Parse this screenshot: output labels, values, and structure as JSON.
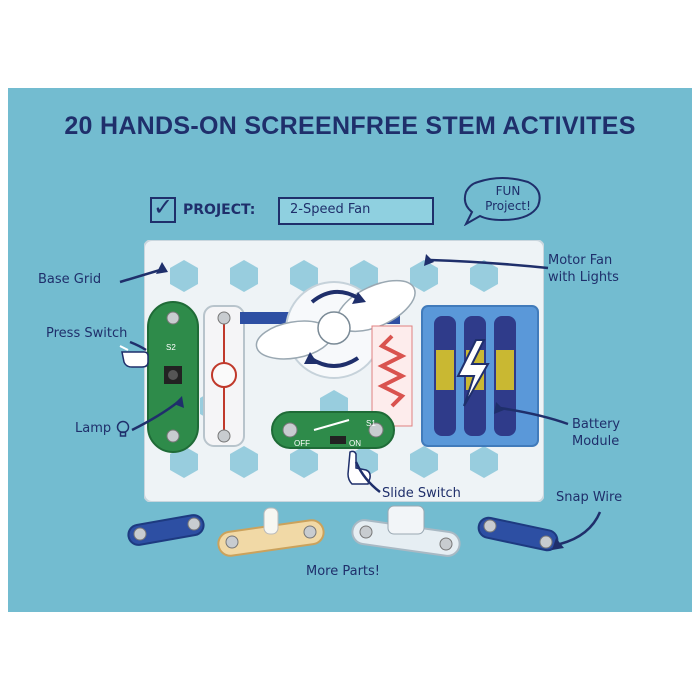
{
  "headline": "20 HANDS-ON SCREENFREE STEM ACTIVITES",
  "project": {
    "label": "PROJECT:",
    "value": "2-Speed Fan"
  },
  "bubble": {
    "line1": "FUN",
    "line2": "Project!"
  },
  "labels": {
    "base_grid": "Base Grid",
    "press_switch": "Press Switch",
    "lamp": "Lamp",
    "motor_fan_1": "Motor Fan",
    "motor_fan_2": "with Lights",
    "battery_1": "Battery",
    "battery_2": "Module",
    "slide_switch": "Slide Switch",
    "snap_wire": "Snap Wire",
    "more_parts": "More Parts!"
  },
  "board_text": {
    "press_switch_code": "S2",
    "slide_switch_code": "S1",
    "off": "OFF",
    "on": "ON"
  },
  "colors": {
    "panel": "#73bcd0",
    "ink": "#1f2f6b",
    "board": "#eef3f6",
    "green_part": "#2e8b4a",
    "battery_blue": "#4b8fd6"
  }
}
